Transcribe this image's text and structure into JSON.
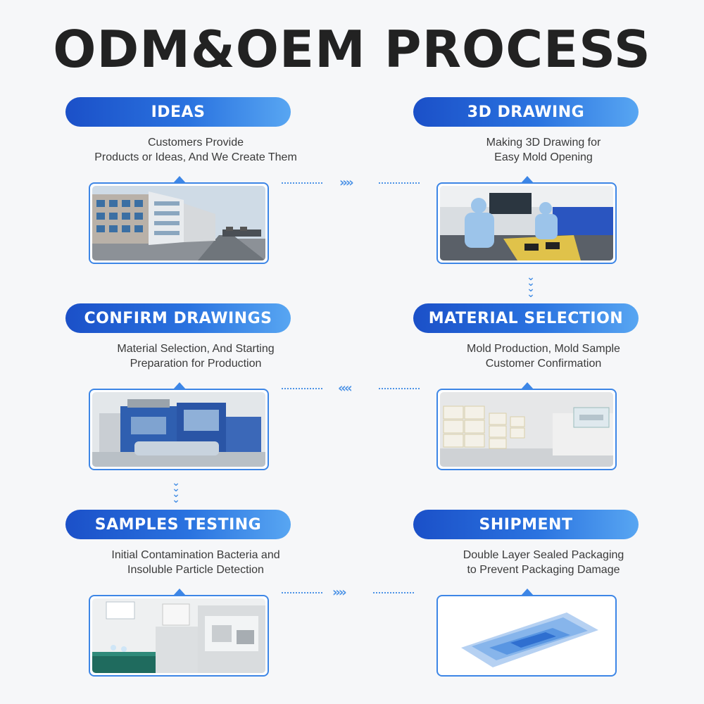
{
  "title": "ODM&OEM PROCESS",
  "steps": [
    {
      "label": "IDEAS",
      "desc_line1": "Customers Provide",
      "desc_line2": "Products or Ideas, And We Create Them"
    },
    {
      "label": "3D DRAWING",
      "desc_line1": "Making 3D Drawing for",
      "desc_line2": "Easy Mold Opening"
    },
    {
      "label": "CONFIRM DRAWINGS",
      "desc_line1": "Material Selection, And Starting",
      "desc_line2": "Preparation for Production"
    },
    {
      "label": "MATERIAL SELECTION",
      "desc_line1": "Mold Production, Mold Sample",
      "desc_line2": "Customer Confirmation"
    },
    {
      "label": "SAMPLES TESTING",
      "desc_line1": "Initial Contamination Bacteria and",
      "desc_line2": "Insoluble Particle Detection"
    },
    {
      "label": "SHIPMENT",
      "desc_line1": "Double Layer Sealed Packaging",
      "desc_line2": "to Prevent Packaging Damage"
    }
  ],
  "colors": {
    "accent": "#2a73e0",
    "accent_dark": "#1b50c8",
    "accent_light": "#58a6f2",
    "text": "#222222"
  },
  "icons": {
    "right": "chevron-right-icon",
    "left": "chevron-left-icon",
    "down": "chevron-down-icon"
  }
}
